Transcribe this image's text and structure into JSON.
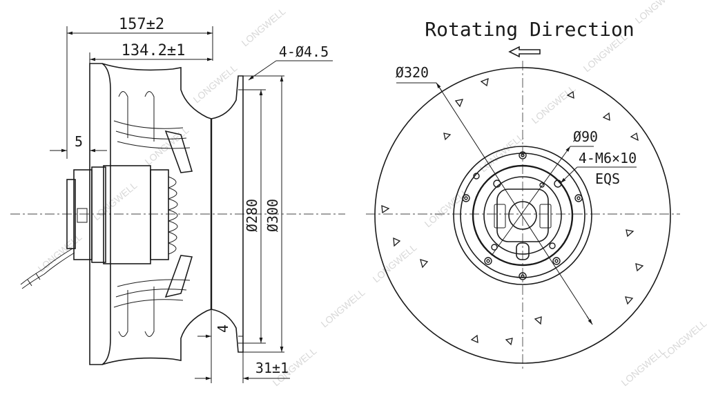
{
  "left_view": {
    "dim_total_length": "157±2",
    "dim_body_length": "134.2±1",
    "dim_holes": "4-Ø4.5",
    "dim_offset": "5",
    "dim_inner_dia": "Ø280",
    "dim_outer_dia": "Ø300",
    "dim_flange_thk": "4",
    "dim_flange_depth": "31±1"
  },
  "right_view": {
    "title": "Rotating Direction",
    "dim_impeller_dia": "Ø320",
    "dim_hub_dia": "Ø90",
    "dim_screws": "4-M6×10",
    "dim_screws_note": "EQS"
  },
  "watermark": "LONGWELL"
}
